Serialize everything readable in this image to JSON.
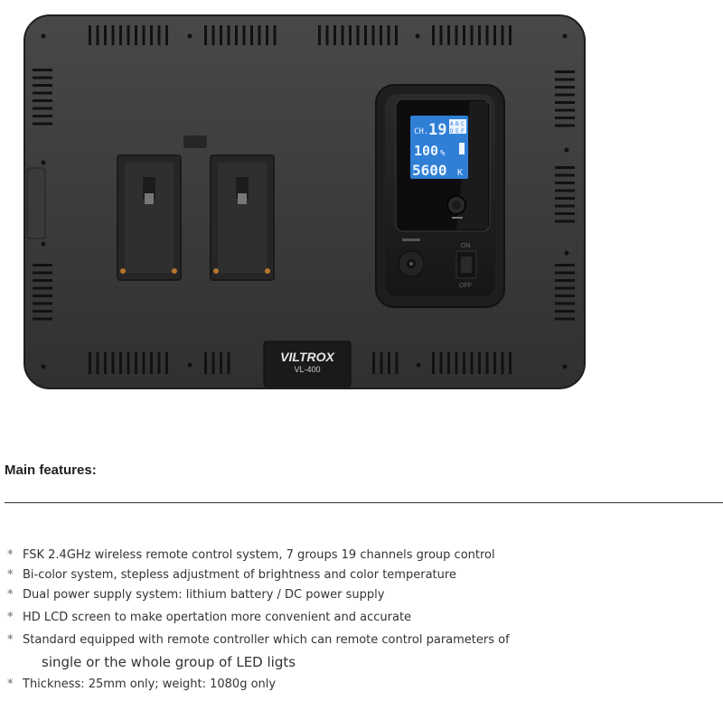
{
  "product": {
    "brand": "VILTROX",
    "model": "VL-400",
    "display": {
      "channel_prefix": "CH.",
      "channel": "19",
      "group_a": "A",
      "group_b": "B",
      "group_c": "C",
      "group_d": "D",
      "group_e": "E",
      "group_f": "F",
      "brightness": "100",
      "brightness_unit": "%",
      "temperature": "5600",
      "temperature_unit": "K"
    },
    "switch_on": "ON",
    "switch_off": "OFF",
    "colors": {
      "body": "#3a3a3c",
      "lcd": "#2f7fd6",
      "panel": "#1c1c1e"
    }
  },
  "features": {
    "title": "Main features:",
    "items": [
      "FSK 2.4GHz wireless remote control system, 7 groups 19 channels group control",
      "Bi-color system, stepless adjustment of brightness and color temperature",
      "Dual power supply system: lithium battery / DC power supply",
      "HD LCD screen to make opertation more convenient and accurate",
      "Standard equipped with remote controller which can remote control parameters of",
      "Thickness: 25mm only; weight: 1080g only"
    ],
    "item5_continuation": "single or the whole group of LED ligts",
    "bullet": "*"
  }
}
